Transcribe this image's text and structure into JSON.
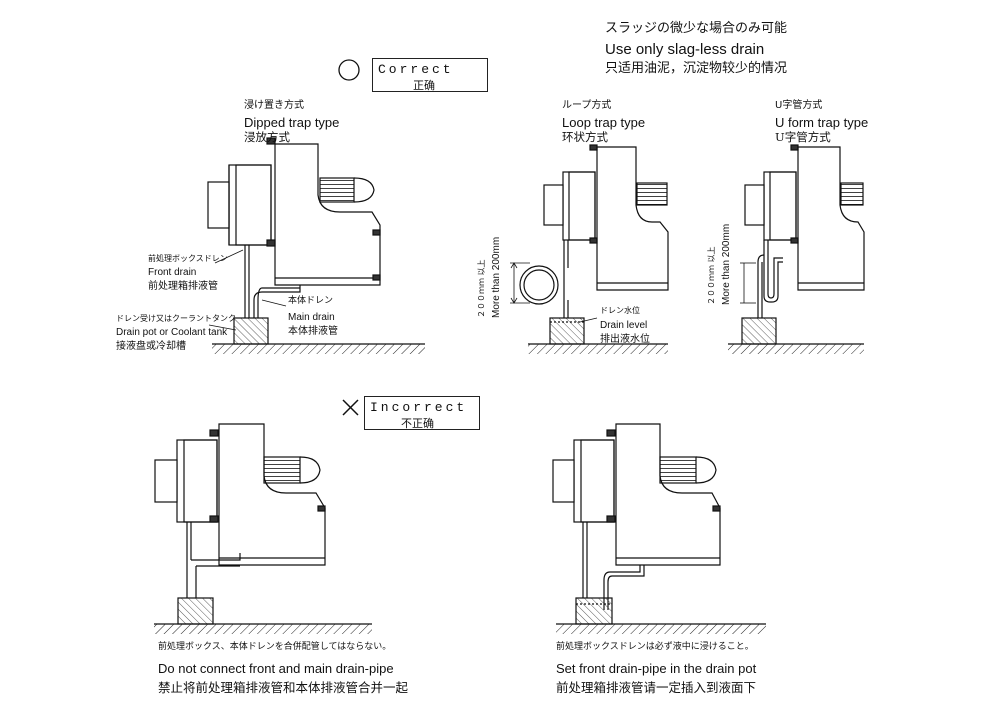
{
  "header": {
    "jp": "スラッジの微少な場合のみ可能",
    "en": "Use only slag-less drain",
    "cn": "只适用油泥，沉淀物较少的情况"
  },
  "correct": {
    "en": "Correct",
    "cn": "正确"
  },
  "incorrect": {
    "en": "Incorrect",
    "cn": "不正确"
  },
  "dipped": {
    "jp": "浸け置き方式",
    "en": "Dipped trap type",
    "cn": "浸放方式"
  },
  "loop": {
    "jp": "ループ方式",
    "en": "Loop trap type",
    "cn": "环状方式"
  },
  "uform": {
    "jp": "U字管方式",
    "en": "U  form trap type",
    "cn": "U字管方式"
  },
  "front_drain": {
    "jp": "前処理ボックスドレン",
    "en": "Front drain",
    "cn": "前处理箱排液管"
  },
  "drain_pot": {
    "jp": "ドレン受け又はクーラントタンク",
    "en": "Drain pot or Coolant tank",
    "cn": "接液盘或冷却槽"
  },
  "main_drain": {
    "jp": "本体ドレン",
    "en": "Main drain",
    "cn": "本体排液管"
  },
  "drain_level": {
    "jp": "ドレン水位",
    "en": "Drain level",
    "cn": "排出液水位"
  },
  "loop_dim": {
    "jp": "２００ｍｍ 以上",
    "en": "More than 200mm"
  },
  "u_dim": {
    "jp": "２００ｍｍ 以上",
    "en": "More than 200mm"
  },
  "bottom_left": {
    "jp": "前処理ボックス、本体ドレンを合併配管してはならない。",
    "en": "Do not connect front and main drain-pipe",
    "cn": "禁止将前处理箱排液管和本体排液管合并一起"
  },
  "bottom_right": {
    "jp": "前処理ボックスドレンは必ず液中に浸けること。",
    "en": "Set front drain-pipe in the drain pot",
    "cn": "前处理箱排液管请一定插入到液面下"
  },
  "icons": {
    "correct": "circle-mark-icon",
    "incorrect": "cross-mark-icon"
  }
}
